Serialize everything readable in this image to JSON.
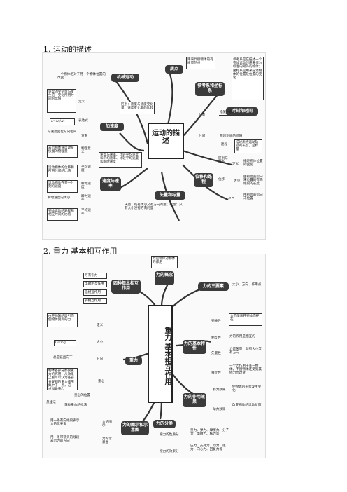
{
  "section1": {
    "heading": "1. 运动的描述",
    "center": "运动的描述",
    "nodes": {
      "zhidian": "质点",
      "zhidian_desc": "用来代替物体的有质量的点",
      "jixie": "机械运动",
      "jixie_desc": "一个物体相对于另一个物体位置的改变",
      "cankao": "参考系和坐标系",
      "cankao_desc": "参考系是在描述一个物体运动时用来作为标准的另外的物体；坐标系是用来描述物体的位置及位置的变化",
      "jiasudu": "加速度",
      "jiasudu_def": "速度的变化量与发生这一变化所用时间的比值",
      "dingyi": "定义",
      "biaodashi": "表达式",
      "formula": "a=Δv/Δt",
      "fangxiang": "方向",
      "fangxiang_desc": "与速度变化方向相同",
      "wuli_yiyi": "物理意义",
      "wuli_yiyi_desc": "表示物体速度改变快慢的物理量",
      "shike": "时刻和时间",
      "shike_label": "时刻",
      "shike_desc": "指某一瞬时",
      "shijian_label": "时间",
      "shijian_desc": "两时刻间的间隔",
      "qubie": "区别：速度与速度变化量、速度变化率的比较",
      "sudu_speed": "速度与速率",
      "sudu_compare": "速度与速率、比较平均速度和平均速率、比较平均速度和瞬时速度",
      "sudu": "速度与速率",
      "pingjun_sudu": "平均速度",
      "pingjun_sudu_desc": "运动物体的位移和所用时间的比值",
      "shunshi_sudu": "瞬时速度",
      "shunshi_sudu_desc": "运动物体在某一时刻的速度",
      "shunshi_sulv": "瞬时速率",
      "shunshi_sulv_desc": "瞬时速度的大小",
      "pingjun_sulv": "平均速率",
      "pingjun_sulv_desc": "物体运动的路程和相应时间的比值",
      "shiliang": "矢量和标量",
      "shiliang_desc": "矢量：既有大小又有方向的量；标量：只有大小没有方向的量",
      "weiyi": "位移和路程",
      "lujing": "路程",
      "lujing_desc": "描述质点运动轨迹的长度，是标量",
      "qubie2": "区别与联系",
      "dingyi2": "定义",
      "dingyi2_desc": "描述物体位置的变化",
      "weiyi_label": "位移",
      "daxiao": "大小",
      "daxiao_desc": "由初位置指向末位置的有向线段的长度",
      "fangxiang2": "方向",
      "fangxiang2_desc": "由初位置指向末位置"
    }
  },
  "section2": {
    "heading": "2. 重力 基本相互作用",
    "center": "重力 基本相互作用",
    "nodes": {
      "top_note": "力是物体对物体的作用",
      "li_gainian": "力的概念",
      "li_sanyaosu": "力的三要素",
      "sanyaosu_desc": "大小、方向、作用点",
      "sizhong": "四种基本相互作用",
      "wanyou": "万有引力",
      "dianci": "电磁相互作用",
      "qiang": "强相互作用",
      "ruo": "弱相互作用",
      "zhongli": "重力",
      "zhongli_def": "由于地球的吸引而使物体受到的力",
      "dingyi": "定义",
      "daxiao_formula": "G=mg",
      "daxiao": "大小",
      "fangxiang_desc": "总是竖直向下",
      "fangxiang": "方向",
      "zhongxin_desc": "物体各部分都受重力的作用，从效果上看可以认为各部分受到的重力作用集中于一点，这一点叫做重心",
      "zhongxin": "重心",
      "zhongxin_weizhi": "重心的位置",
      "xuanguafa": "悬挂法",
      "bianyi_zhongxin": "薄板重心的找法",
      "jiben_texing": "力的基本特性",
      "wuzhixing": "物质性",
      "wuzhixing_desc": "力不能离开物体而存在",
      "xianghu": "相互性",
      "xianghu_desc": "力的作用是相互的",
      "shiliangxing": "矢量性",
      "shiliangxing_desc": "力是矢量，既有大小又有方向",
      "dulixing": "独立性",
      "dulixing_desc": "一个力作用于某一物体，不因物体还受到其他力而改变",
      "zuoyong_xiaoguo": "力的作用效果",
      "jingli_xiaoguo": "静力效果",
      "jingli_desc": "使物体的形状发生变化",
      "dongli_xiaoguo": "动力效果",
      "dongli_desc": "改变物体的运动状态",
      "li_fenlei": "力的分类",
      "xingzhi": "按力的性质分",
      "xingzhi_desc": "重力、弹力、摩擦力、分子力、电磁力、核力等",
      "xiaoguo_fen": "按力的效果分",
      "xiaoguo_fen_desc": "压力、支持力、动力、阻力、向心力、回复力等",
      "tushi": "力的图示和示意图",
      "li_tushi": "力的图示",
      "tushi_desc": "用一条有向线段表示力的三要素",
      "li_shiyi": "力的示意图",
      "shiyi_desc": "用一条带箭头的线段表示力的方向"
    }
  }
}
